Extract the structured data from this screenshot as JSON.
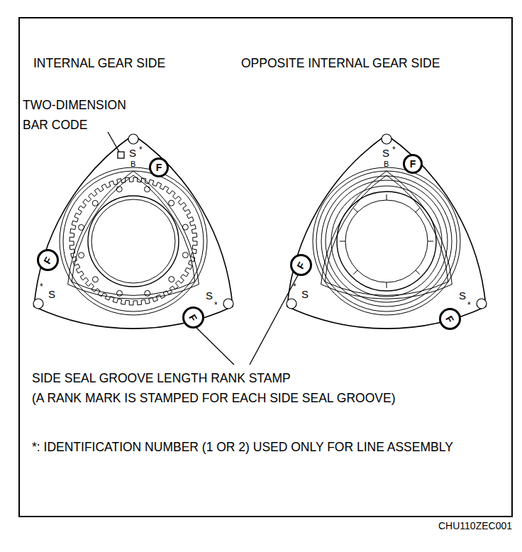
{
  "diagram": {
    "nodes": [
      {
        "text": [
          "F"
        ]
      },
      {
        "text": [
          "F"
        ]
      },
      {
        "text": [
          "F"
        ]
      },
      {
        "text": [
          "F"
        ]
      },
      {
        "text": [
          "F"
        ]
      },
      {
        "text": [
          "F"
        ]
      }
    ],
    "labels": [
      "INTERNAL GEAR SIDE",
      "OPPOSITE INTERNAL GEAR SIDE",
      "TWO-DIMENSION BAR CODE",
      "S",
      "*",
      "B",
      "*",
      "S",
      "S",
      "*",
      "S",
      "*",
      "B",
      "*",
      "S",
      "S",
      "*",
      "SIDE SEAL GROOVE LENGTH RANK STAMP",
      "(A RANK MARK IS STAMPED FOR EACH SIDE SEAL GROOVE)",
      "*: IDENTIFICATION NUMBER (1 OR 2) USED ONLY FOR LINE ASSEMBLY",
      "CHU110ZEC001"
    ]
  }
}
